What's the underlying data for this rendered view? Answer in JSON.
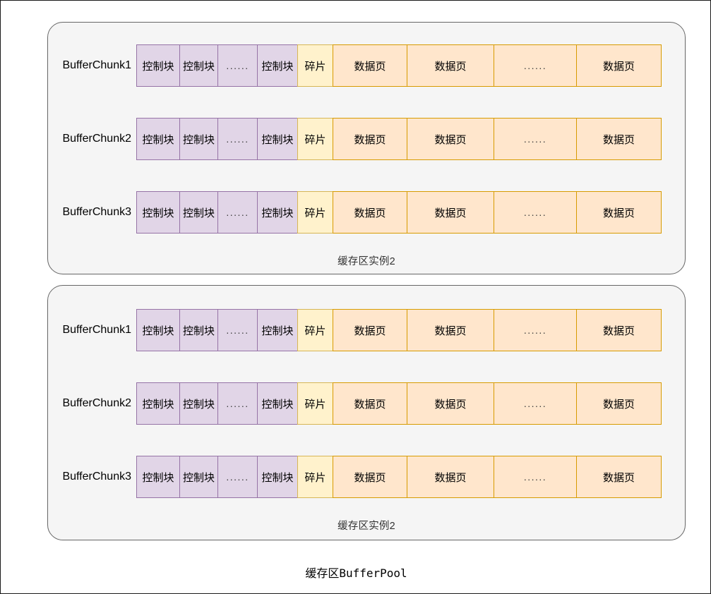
{
  "diagram": {
    "title": "缓存区BufferPool",
    "cell_labels": {
      "control_block": "控制块",
      "fragment": "碎片",
      "data_page": "数据页",
      "ellipsis": "......"
    },
    "colors": {
      "control_block_fill": "#e1d5e7",
      "control_block_stroke": "#9673a6",
      "fragment_fill": "#fff2cc",
      "fragment_stroke": "#d6b656",
      "data_page_fill": "#ffe6cc",
      "data_page_stroke": "#d79b00",
      "group_fill": "#f5f5f5",
      "group_stroke": "#666666",
      "page_background": "#ffffff",
      "text": "#000000"
    },
    "groups": [
      {
        "caption": "缓存区实例2",
        "rows": [
          {
            "label": "BufferChunk1",
            "cells": [
              {
                "text": "控制块",
                "kind": "control_block"
              },
              {
                "text": "控制块",
                "kind": "control_block"
              },
              {
                "text": "......",
                "kind": "control_block_ellipsis"
              },
              {
                "text": "控制块",
                "kind": "control_block"
              },
              {
                "text": "碎片",
                "kind": "fragment"
              },
              {
                "text": "数据页",
                "kind": "data_page"
              },
              {
                "text": "数据页",
                "kind": "data_page"
              },
              {
                "text": "......",
                "kind": "data_page_ellipsis"
              },
              {
                "text": "数据页",
                "kind": "data_page"
              }
            ]
          },
          {
            "label": "BufferChunk2",
            "cells": [
              {
                "text": "控制块",
                "kind": "control_block"
              },
              {
                "text": "控制块",
                "kind": "control_block"
              },
              {
                "text": "......",
                "kind": "control_block_ellipsis"
              },
              {
                "text": "控制块",
                "kind": "control_block"
              },
              {
                "text": "碎片",
                "kind": "fragment"
              },
              {
                "text": "数据页",
                "kind": "data_page"
              },
              {
                "text": "数据页",
                "kind": "data_page"
              },
              {
                "text": "......",
                "kind": "data_page_ellipsis"
              },
              {
                "text": "数据页",
                "kind": "data_page"
              }
            ]
          },
          {
            "label": "BufferChunk3",
            "cells": [
              {
                "text": "控制块",
                "kind": "control_block"
              },
              {
                "text": "控制块",
                "kind": "control_block"
              },
              {
                "text": "......",
                "kind": "control_block_ellipsis"
              },
              {
                "text": "控制块",
                "kind": "control_block"
              },
              {
                "text": "碎片",
                "kind": "fragment"
              },
              {
                "text": "数据页",
                "kind": "data_page"
              },
              {
                "text": "数据页",
                "kind": "data_page"
              },
              {
                "text": "......",
                "kind": "data_page_ellipsis"
              },
              {
                "text": "数据页",
                "kind": "data_page"
              }
            ]
          }
        ]
      },
      {
        "caption": "缓存区实例2",
        "rows": [
          {
            "label": "BufferChunk1",
            "cells": [
              {
                "text": "控制块",
                "kind": "control_block"
              },
              {
                "text": "控制块",
                "kind": "control_block"
              },
              {
                "text": "......",
                "kind": "control_block_ellipsis"
              },
              {
                "text": "控制块",
                "kind": "control_block"
              },
              {
                "text": "碎片",
                "kind": "fragment"
              },
              {
                "text": "数据页",
                "kind": "data_page"
              },
              {
                "text": "数据页",
                "kind": "data_page"
              },
              {
                "text": "......",
                "kind": "data_page_ellipsis"
              },
              {
                "text": "数据页",
                "kind": "data_page"
              }
            ]
          },
          {
            "label": "BufferChunk2",
            "cells": [
              {
                "text": "控制块",
                "kind": "control_block"
              },
              {
                "text": "控制块",
                "kind": "control_block"
              },
              {
                "text": "......",
                "kind": "control_block_ellipsis"
              },
              {
                "text": "控制块",
                "kind": "control_block"
              },
              {
                "text": "碎片",
                "kind": "fragment"
              },
              {
                "text": "数据页",
                "kind": "data_page"
              },
              {
                "text": "数据页",
                "kind": "data_page"
              },
              {
                "text": "......",
                "kind": "data_page_ellipsis"
              },
              {
                "text": "数据页",
                "kind": "data_page"
              }
            ]
          },
          {
            "label": "BufferChunk3",
            "cells": [
              {
                "text": "控制块",
                "kind": "control_block"
              },
              {
                "text": "控制块",
                "kind": "control_block"
              },
              {
                "text": "......",
                "kind": "control_block_ellipsis"
              },
              {
                "text": "控制块",
                "kind": "control_block"
              },
              {
                "text": "碎片",
                "kind": "fragment"
              },
              {
                "text": "数据页",
                "kind": "data_page"
              },
              {
                "text": "数据页",
                "kind": "data_page"
              },
              {
                "text": "......",
                "kind": "data_page_ellipsis"
              },
              {
                "text": "数据页",
                "kind": "data_page"
              }
            ]
          }
        ]
      }
    ]
  }
}
